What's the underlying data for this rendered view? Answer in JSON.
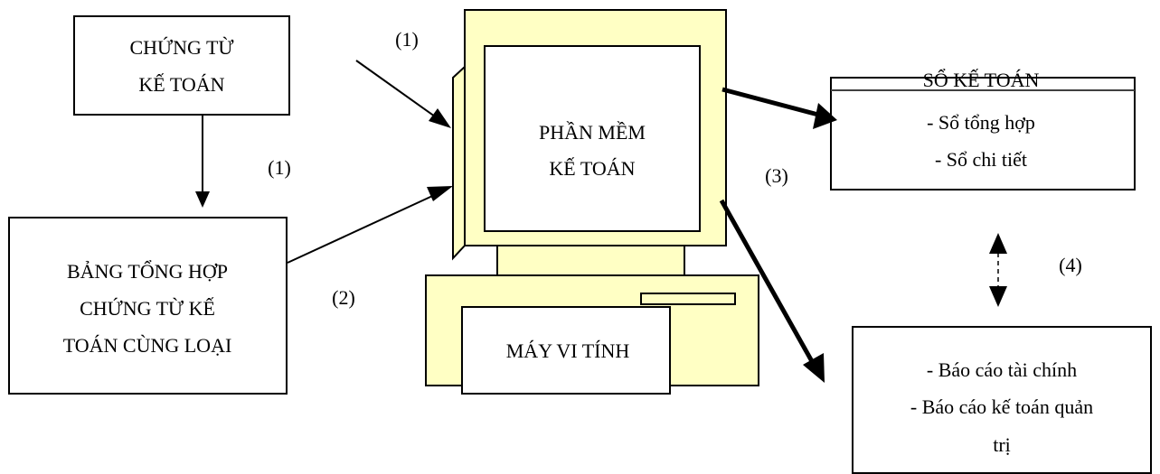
{
  "boxes": {
    "chung_tu": [
      "CHỨNG TỪ",
      "KẾ TOÁN"
    ],
    "bang_tong_hop": [
      "BẢNG TỔNG HỢP",
      "CHỨNG TỪ KẾ",
      "TOÁN CÙNG LOẠI"
    ],
    "phan_mem": [
      "PHẦN MỀM",
      "KẾ TOÁN"
    ],
    "may_vi_tinh": "MÁY VI TÍNH",
    "so_ke_toan": {
      "title": "SỔ KẾ TOÁN",
      "items": [
        "- Sổ tổng hợp",
        "- Sổ chi tiết"
      ]
    },
    "bao_cao": [
      "- Báo cáo tài chính",
      "- Báo cáo kế toán quản",
      "trị"
    ]
  },
  "step_labels": {
    "s1_top": "(1)",
    "s1_left": "(1)",
    "s2": "(2)",
    "s3": "(3)",
    "s4": "(4)"
  },
  "colors": {
    "monitor_fill": "#ffffc4",
    "line": "#000000",
    "box_fill": "#ffffff"
  }
}
